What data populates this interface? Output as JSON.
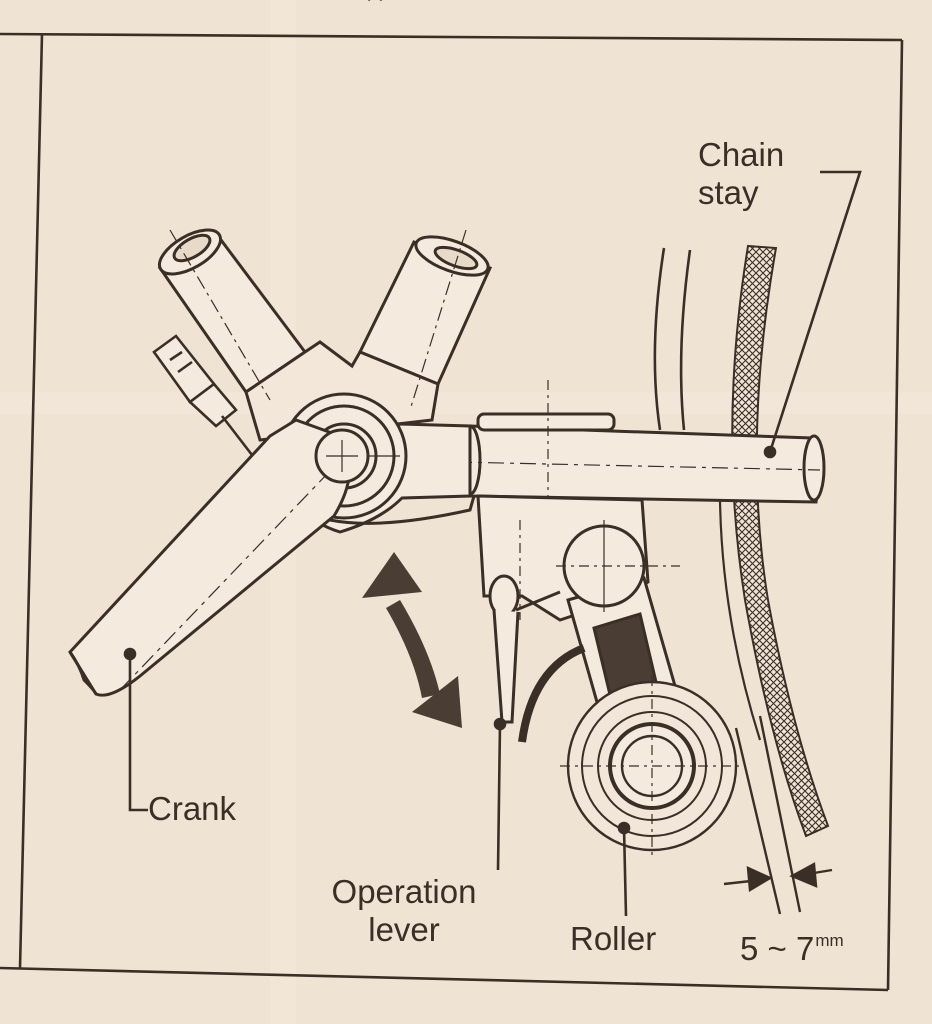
{
  "labels": {
    "chain_stay_line1": "Chain",
    "chain_stay_line2": "stay",
    "crank": "Crank",
    "operation_line1": "Operation",
    "operation_line2": "lever",
    "roller": "Roller",
    "gap_value": "5 ~ 7",
    "gap_unit": "mm"
  },
  "colors": {
    "paper": "#efe3d3",
    "ink": "#3a2f27",
    "fill_dark": "#4a3d33"
  }
}
